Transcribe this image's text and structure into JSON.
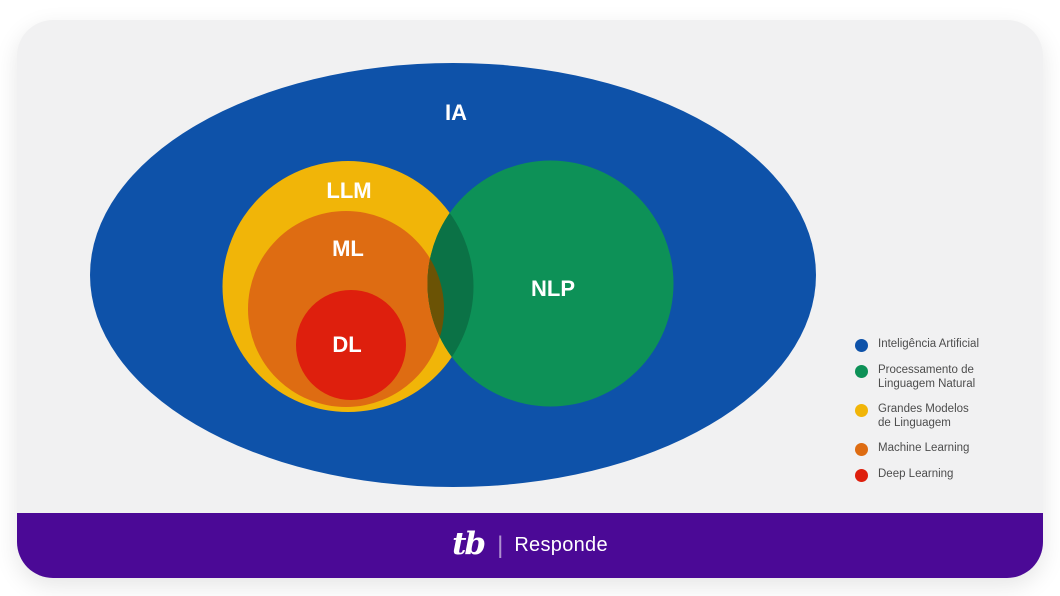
{
  "diagram": {
    "labels": {
      "ia": "IA",
      "llm": "LLM",
      "ml": "ML",
      "dl": "DL",
      "nlp": "NLP"
    },
    "colors": {
      "blue": "#0E52A9",
      "yellow": "#F1B508",
      "orange": "#DE6C12",
      "red": "#DE1F0D",
      "green": "#0D9157",
      "overlap_green_yellow": "#0B7246",
      "overlap_green_orange": "#6B5305"
    }
  },
  "legend": {
    "items": [
      {
        "color": "#0E52A9",
        "lines": [
          "Inteligência Artificial"
        ]
      },
      {
        "color": "#0D9157",
        "lines": [
          "Processamento de",
          "Linguagem Natural"
        ]
      },
      {
        "color": "#F1B508",
        "lines": [
          "Grandes Modelos",
          "de Linguagem"
        ]
      },
      {
        "color": "#DE6C12",
        "lines": [
          "Machine Learning"
        ]
      },
      {
        "color": "#DE1F0D",
        "lines": [
          "Deep Learning"
        ]
      }
    ]
  },
  "footer": {
    "logo": "tb",
    "separator": "|",
    "title": "Responde",
    "background": "#4B0996"
  }
}
